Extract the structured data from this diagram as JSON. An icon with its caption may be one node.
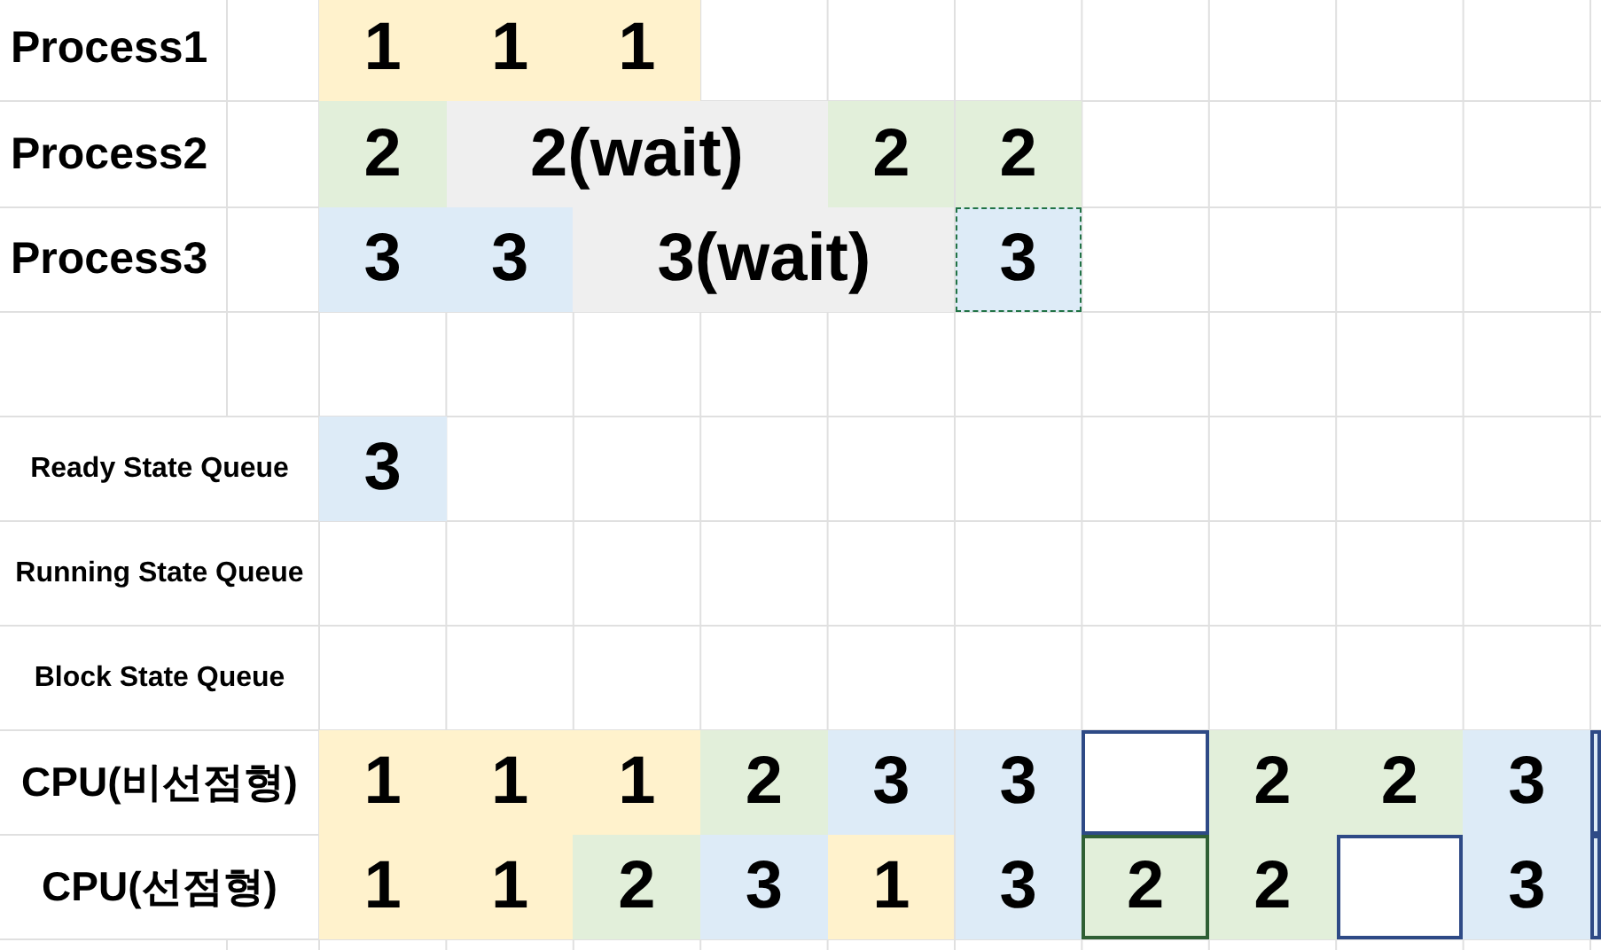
{
  "diagram": {
    "labels": [
      "Process1",
      "1",
      "1",
      "1",
      "Process2",
      "2",
      "2(wait)",
      "2",
      "2",
      "Process3",
      "3",
      "3",
      "3(wait)",
      "3",
      "Ready State Queue",
      "3",
      "Running State Queue",
      "Block State Queue",
      "CPU(비선점형)",
      "1",
      "1",
      "1",
      "2",
      "3",
      "3",
      "2",
      "2",
      "3",
      "CPU(선점형)",
      "1",
      "1",
      "2",
      "3",
      "1",
      "3",
      "2",
      "2",
      "3"
    ]
  }
}
